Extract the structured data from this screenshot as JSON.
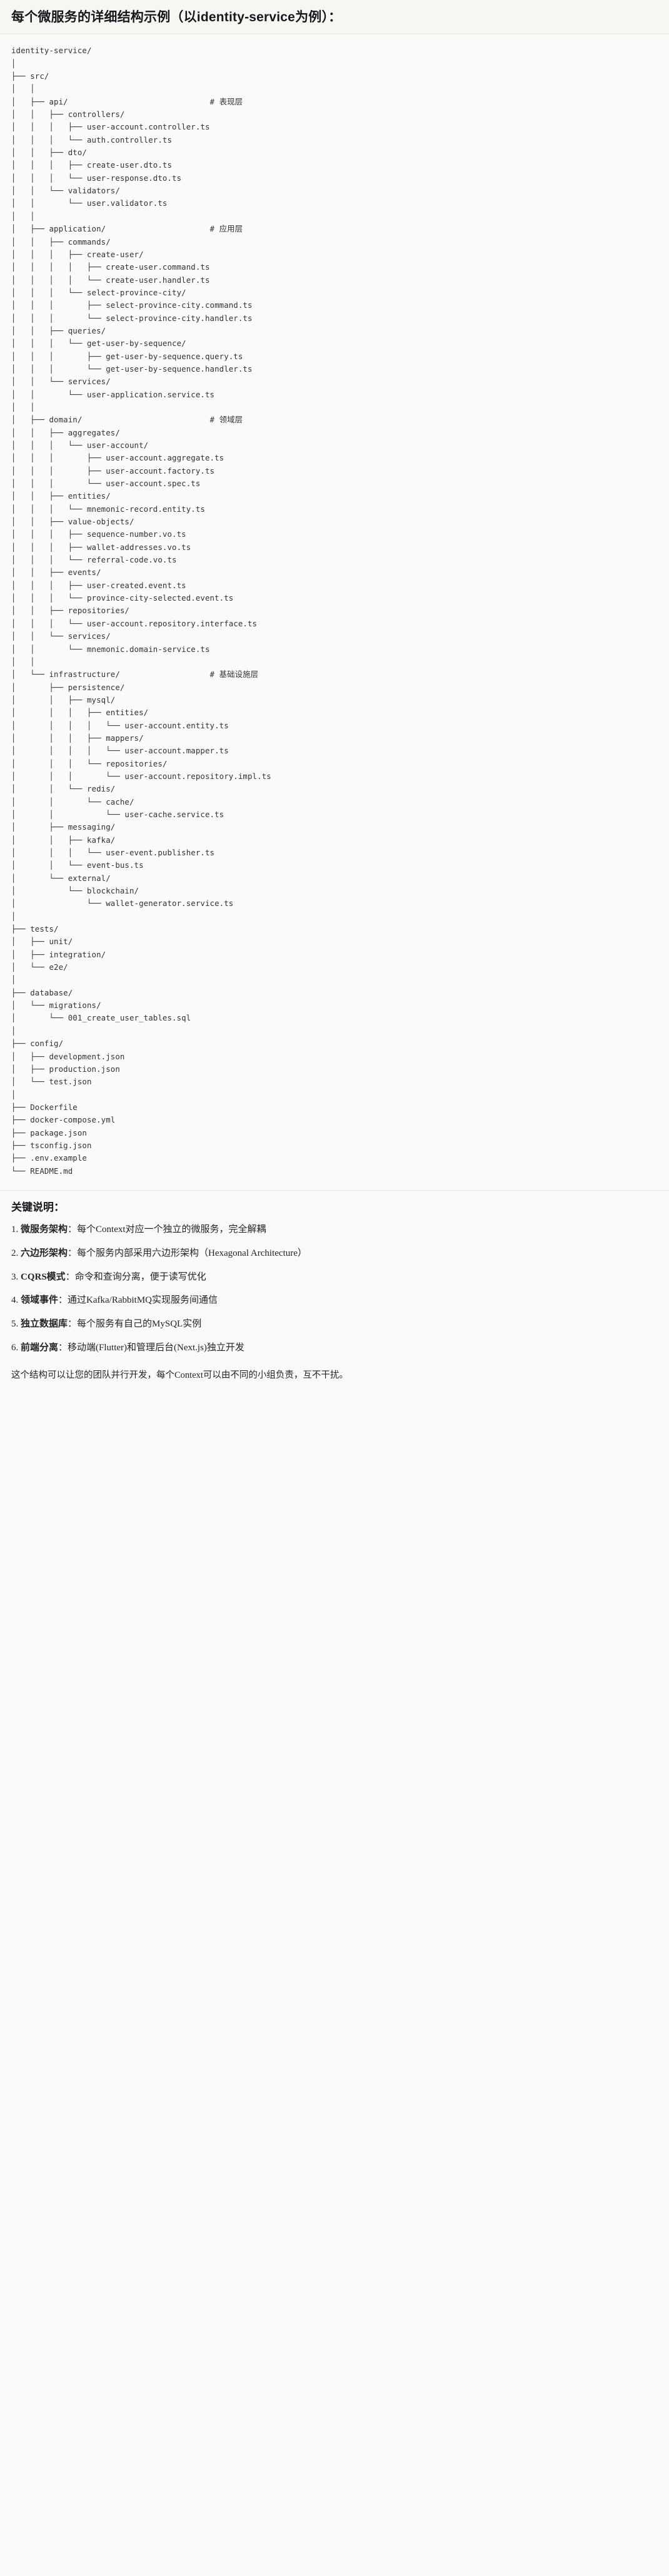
{
  "header": {
    "title": "每个微服务的详细结构示例（以identity-service为例）："
  },
  "tree": {
    "root": "identity-service/",
    "lines": [
      "identity-service/",
      "│",
      "├── src/",
      "│   │",
      "│   ├── api/                              # 表现层",
      "│   │   ├── controllers/",
      "│   │   │   ├── user-account.controller.ts",
      "│   │   │   └── auth.controller.ts",
      "│   │   ├── dto/",
      "│   │   │   ├── create-user.dto.ts",
      "│   │   │   └── user-response.dto.ts",
      "│   │   └── validators/",
      "│   │       └── user.validator.ts",
      "│   │",
      "│   ├── application/                      # 应用层",
      "│   │   ├── commands/",
      "│   │   │   ├── create-user/",
      "│   │   │   │   ├── create-user.command.ts",
      "│   │   │   │   └── create-user.handler.ts",
      "│   │   │   └── select-province-city/",
      "│   │   │       ├── select-province-city.command.ts",
      "│   │   │       └── select-province-city.handler.ts",
      "│   │   ├── queries/",
      "│   │   │   └── get-user-by-sequence/",
      "│   │   │       ├── get-user-by-sequence.query.ts",
      "│   │   │       └── get-user-by-sequence.handler.ts",
      "│   │   └── services/",
      "│   │       └── user-application.service.ts",
      "│   │",
      "│   ├── domain/                           # 领域层",
      "│   │   ├── aggregates/",
      "│   │   │   └── user-account/",
      "│   │   │       ├── user-account.aggregate.ts",
      "│   │   │       ├── user-account.factory.ts",
      "│   │   │       └── user-account.spec.ts",
      "│   │   ├── entities/",
      "│   │   │   └── mnemonic-record.entity.ts",
      "│   │   ├── value-objects/",
      "│   │   │   ├── sequence-number.vo.ts",
      "│   │   │   ├── wallet-addresses.vo.ts",
      "│   │   │   └── referral-code.vo.ts",
      "│   │   ├── events/",
      "│   │   │   ├── user-created.event.ts",
      "│   │   │   └── province-city-selected.event.ts",
      "│   │   ├── repositories/",
      "│   │   │   └── user-account.repository.interface.ts",
      "│   │   └── services/",
      "│   │       └── mnemonic.domain-service.ts",
      "│   │",
      "│   └── infrastructure/                   # 基础设施层",
      "│       ├── persistence/",
      "│       │   ├── mysql/",
      "│       │   │   ├── entities/",
      "│       │   │   │   └── user-account.entity.ts",
      "│       │   │   ├── mappers/",
      "│       │   │   │   └── user-account.mapper.ts",
      "│       │   │   └── repositories/",
      "│       │   │       └── user-account.repository.impl.ts",
      "│       │   └── redis/",
      "│       │       └── cache/",
      "│       │           └── user-cache.service.ts",
      "│       ├── messaging/",
      "│       │   ├── kafka/",
      "│       │   │   └── user-event.publisher.ts",
      "│       │   └── event-bus.ts",
      "│       └── external/",
      "│           └── blockchain/",
      "│               └── wallet-generator.service.ts",
      "│",
      "├── tests/",
      "│   ├── unit/",
      "│   ├── integration/",
      "│   └── e2e/",
      "│",
      "├── database/",
      "│   └── migrations/",
      "│       └── 001_create_user_tables.sql",
      "│",
      "├── config/",
      "│   ├── development.json",
      "│   ├── production.json",
      "│   └── test.json",
      "│",
      "├── Dockerfile",
      "├── docker-compose.yml",
      "├── package.json",
      "├── tsconfig.json",
      "├── .env.example",
      "└── README.md"
    ],
    "layer_comments": [
      {
        "path": "api/",
        "comment": "# 表现层"
      },
      {
        "path": "application/",
        "comment": "# 应用层"
      },
      {
        "path": "domain/",
        "comment": "# 领域层"
      },
      {
        "path": "infrastructure/",
        "comment": "# 基础设施层"
      }
    ]
  },
  "notes": {
    "heading": "关键说明：",
    "items": [
      {
        "num": "1.",
        "term": "微服务架构",
        "sep": "：",
        "desc": "每个Context对应一个独立的微服务，完全解耦"
      },
      {
        "num": "2.",
        "term": "六边形架构",
        "sep": "：",
        "desc": "每个服务内部采用六边形架构（Hexagonal Architecture）"
      },
      {
        "num": "3.",
        "term": "CQRS模式",
        "sep": "：",
        "desc": "命令和查询分离，便于读写优化"
      },
      {
        "num": "4.",
        "term": "领域事件",
        "sep": "：",
        "desc": "通过Kafka/RabbitMQ实现服务间通信"
      },
      {
        "num": "5.",
        "term": "独立数据库",
        "sep": "：",
        "desc": "每个服务有自己的MySQL实例"
      },
      {
        "num": "6.",
        "term": "前端分离",
        "sep": "：",
        "desc": "移动端(Flutter)和管理后台(Next.js)独立开发"
      }
    ],
    "closing": "这个结构可以让您的团队并行开发，每个Context可以由不同的小组负责，互不干扰。"
  },
  "colors": {
    "page_bg": "#faf9f7",
    "header_bg": "#f7f6f3",
    "code_bg": "#fbfaf8",
    "text": "#1f2328",
    "code_text": "#2f3337",
    "rule": "#e6e4df"
  }
}
